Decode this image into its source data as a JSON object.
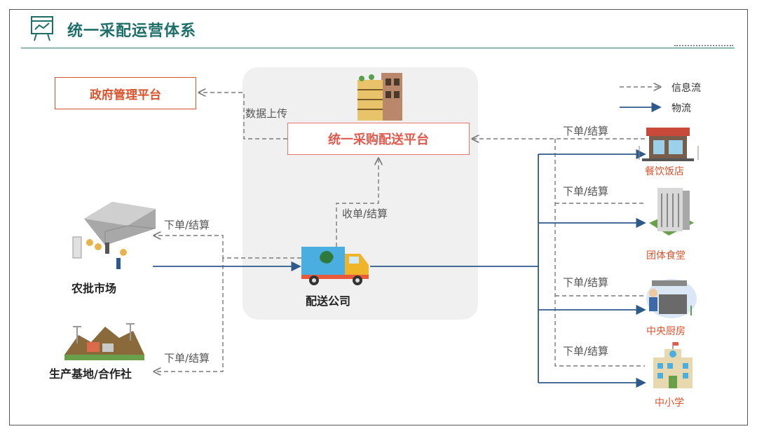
{
  "header": {
    "title": "统一采配运营体系"
  },
  "legend": {
    "info_flow": "信息流",
    "goods_flow": "物流"
  },
  "nodes": {
    "gov": "政府管理平台",
    "platform": "统一采购配送平台",
    "delivery": "配送公司",
    "wholesale": "农批市场",
    "production": "生产基地/合作社",
    "restaurant": "餐饮饭店",
    "canteen": "团体食堂",
    "central_kitchen": "中央厨房",
    "school": "中小学"
  },
  "edges": {
    "data_upload": "数据上传",
    "receive_settle": "收单/结算",
    "order_settle_wholesale": "下单/结算",
    "order_settle_production": "下单/结算",
    "order_settle_restaurant": "下单/结算",
    "order_settle_canteen": "下单/结算",
    "order_settle_kitchen": "下单/结算",
    "order_settle_school": "下单/结算"
  },
  "colors": {
    "teal": "#1e6e6a",
    "orange": "#d9532c",
    "pink": "#e05a4e",
    "blue": "#2e5a8a",
    "gray": "#7a7a7a"
  }
}
